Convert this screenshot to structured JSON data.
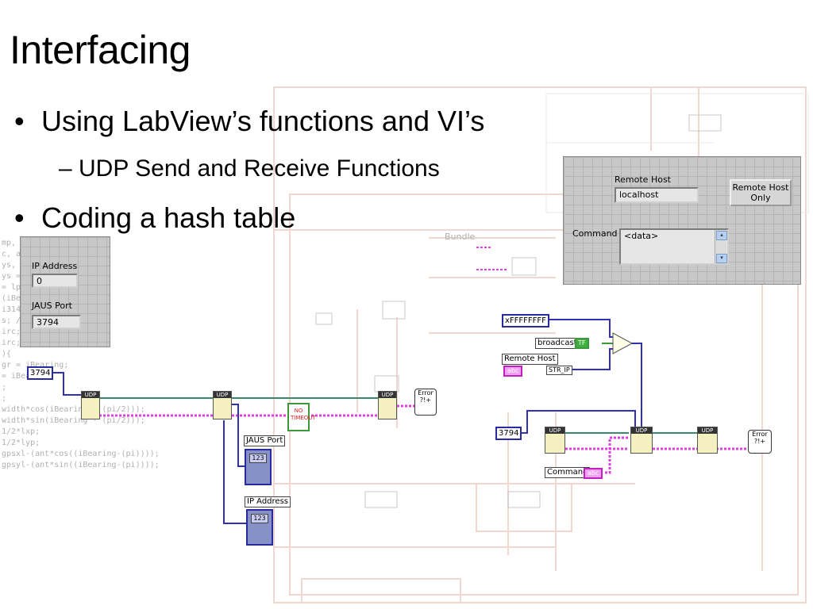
{
  "slide": {
    "title": "Interfacing",
    "bullets": [
      {
        "text": "Using LabView’s functions and VI’s"
      },
      {
        "text": "Coding a hash table"
      }
    ],
    "sub_bullets": [
      {
        "text": "– UDP Send and Receive Functions"
      }
    ]
  },
  "left_panel": {
    "ip_label": "IP Address",
    "ip_value": "0",
    "port_label": "JAUS Port",
    "port_value": "3794"
  },
  "right_panel": {
    "remote_host_label": "Remote Host",
    "remote_host_value": "localhost",
    "remote_host_only_button": "Remote Host Only",
    "command_label": "Command",
    "command_value": "<data>"
  },
  "diagram_left": {
    "port_constant": "3794",
    "udp_labels": [
      "UDP",
      "UDP",
      "UDP"
    ],
    "timeout_case": "NO TIMEOUT",
    "jaus_port_indicator": "JAUS Port",
    "ip_address_indicator": "IP Address",
    "indicator_value": "123",
    "error_label": "Error ?!+",
    "bundle_label": "Bundle"
  },
  "diagram_right": {
    "hex_constant": "xFFFFFFFF",
    "broadcast_label": "broadcast",
    "tf_label": "TF",
    "remote_host_label": "Remote Host",
    "abc_label": "abc",
    "str_ip_label": "STR_IP",
    "port_constant": "3794",
    "command_label": "Command",
    "udp_labels": [
      "UDP",
      "UDP",
      "UDP"
    ],
    "error_label": "Error ?!+"
  },
  "background_code": [
    "mp, r            syi;",
    "c, an",
    "ys, ls",
    "ys =",
    " = lp",
    " (iBe",
    "",
    "i314                   ce",
    "s; //c                 GPS antenna",
    "",
    "irc;",
    "irc;",
    "",
    "){",
    "",
    "gr = iBearing;",
    "",
    " = iBearing;",
    "",
    ";",
    ";",
    "",
    "width*cos(iBearing - (pi/2)));",
    "width*sin(iBearing - (pi/2)));",
    " 1/2*lxp;",
    " 1/2*lyp;",
    "gpsxl-(ant*cos((iBearing-(pi))));",
    "gpsyl-(ant*sin((iBearing-(pi))));"
  ],
  "colors": {
    "wire_pink": "#e040e0",
    "wire_blue": "#3030b0",
    "wire_green": "#3a8a6a",
    "panel_grey": "#c8c8c8",
    "background_wire": "#f0d8d0"
  }
}
